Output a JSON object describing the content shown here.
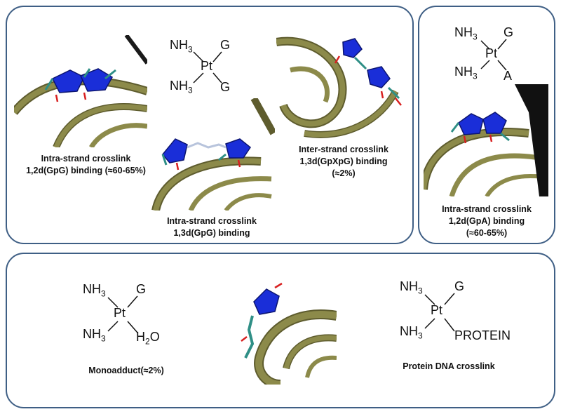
{
  "top_left_panel": {
    "caption_gpg_12": {
      "line1": "Intra-strand crosslink",
      "line2": "1,2d(GpG) binding (≈60-65%)"
    },
    "caption_gpg_13": {
      "line1": "Intra-strand crosslink",
      "line2": "1,3d(GpG) binding"
    },
    "caption_gpxpg": {
      "line1": "Inter-strand crosslink",
      "line2": "1,3d(GpXpG) binding",
      "line3": "(≈2%)"
    },
    "structure": {
      "metal": "Pt",
      "ligand_tl": "NH",
      "sub_tl": "3",
      "ligand_bl": "NH",
      "sub_bl": "3",
      "ligand_tr": "G",
      "ligand_br": "G"
    }
  },
  "top_right_panel": {
    "caption": {
      "line1": "Intra-strand crosslink",
      "line2": "1,2d(GpA) binding",
      "line3": "(≈60-65%)"
    },
    "structure": {
      "metal": "Pt",
      "ligand_tl": "NH",
      "sub_tl": "3",
      "ligand_bl": "NH",
      "sub_bl": "3",
      "ligand_tr": "G",
      "ligand_br": "A"
    }
  },
  "bottom_panel": {
    "caption_mono": "Monoadduct(≈2%)",
    "caption_protein": "Protein DNA crosslink",
    "structure_mono": {
      "metal": "Pt",
      "ligand_tl": "NH",
      "sub_tl": "3",
      "ligand_bl": "NH",
      "sub_bl": "3",
      "ligand_tr": "G",
      "ligand_br_main": "H",
      "ligand_br_sub": "2",
      "ligand_br_tail": "O"
    },
    "structure_protein": {
      "metal": "Pt",
      "ligand_tl": "NH",
      "sub_tl": "3",
      "ligand_bl": "NH",
      "sub_bl": "3",
      "ligand_tr": "G",
      "ligand_br": "PROTEIN"
    }
  },
  "colors": {
    "panel_border": "#3f5f85",
    "dna_backbone": "#8c8a4a",
    "dna_backbone_dark": "#5e5c2e",
    "base_blue": "#1a2ed8",
    "base_teal": "#2f8f86",
    "oxygen_red": "#d82020"
  }
}
